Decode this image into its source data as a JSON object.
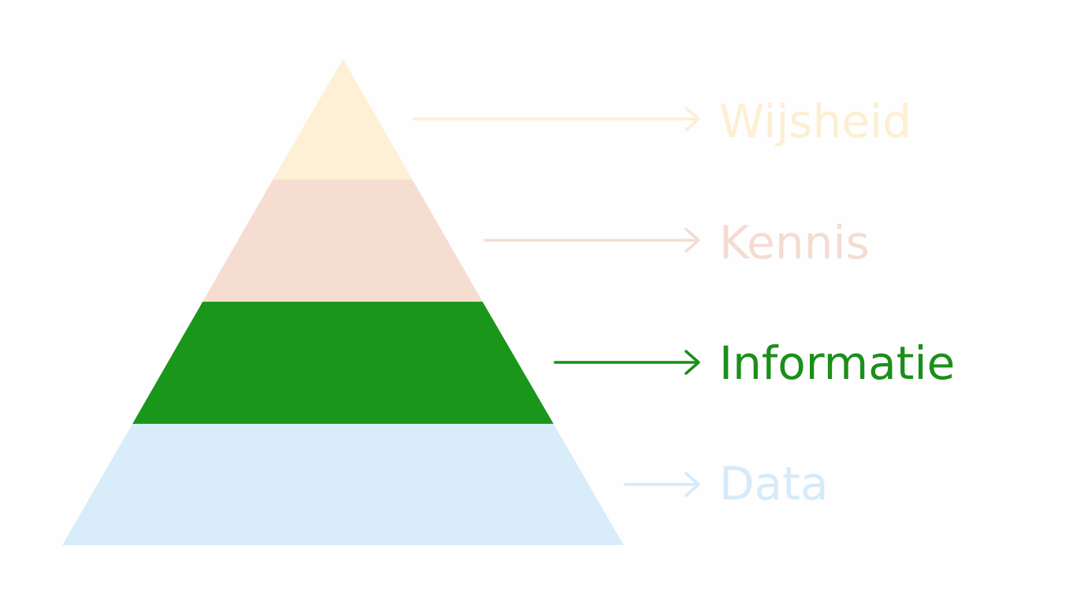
{
  "pyramid": {
    "levels": [
      {
        "label": "Wijsheid",
        "color": "#fdf0d4",
        "label_color": "#fcefd3",
        "highlighted": false
      },
      {
        "label": "Kennis",
        "color": "#f6ddd2",
        "label_color": "#f4dcd2",
        "highlighted": false
      },
      {
        "label": "Informatie",
        "color": "#1a961a",
        "label_color": "#1a8f1a",
        "highlighted": true
      },
      {
        "label": "Data",
        "color": "#d8ecfa",
        "label_color": "#d6eaf8",
        "highlighted": false
      }
    ]
  }
}
